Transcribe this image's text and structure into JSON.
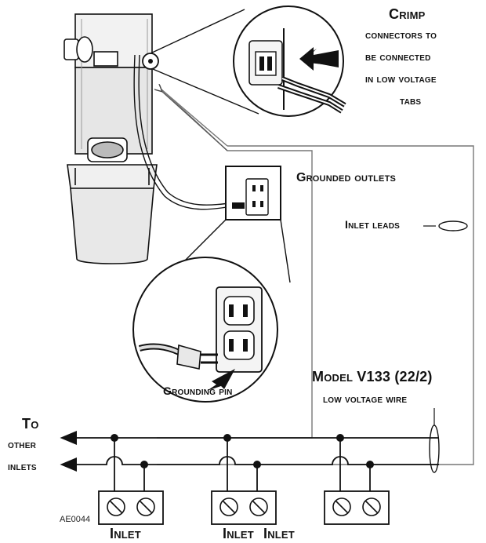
{
  "labels": {
    "crimp": [
      "Crimp",
      "connectors to",
      "be connected",
      "in low voltage",
      "tabs"
    ],
    "grounded_outlets": "Grounded outlets",
    "inlet_leads": "Inlet leads",
    "grounding_pin": "Grounding pin",
    "model": "Model V133 (22/2)",
    "low_voltage_wire": "low voltage wire",
    "to": "To",
    "other": "other",
    "inlets": "inlets",
    "inlet_1": "Inlet",
    "inlet_2": "Inlet",
    "inlet_3": "Inlet",
    "code": "AE0044"
  },
  "colors": {
    "line": "#111111",
    "fill_gray": "#d8d8d8",
    "fill_dark": "#555555"
  }
}
